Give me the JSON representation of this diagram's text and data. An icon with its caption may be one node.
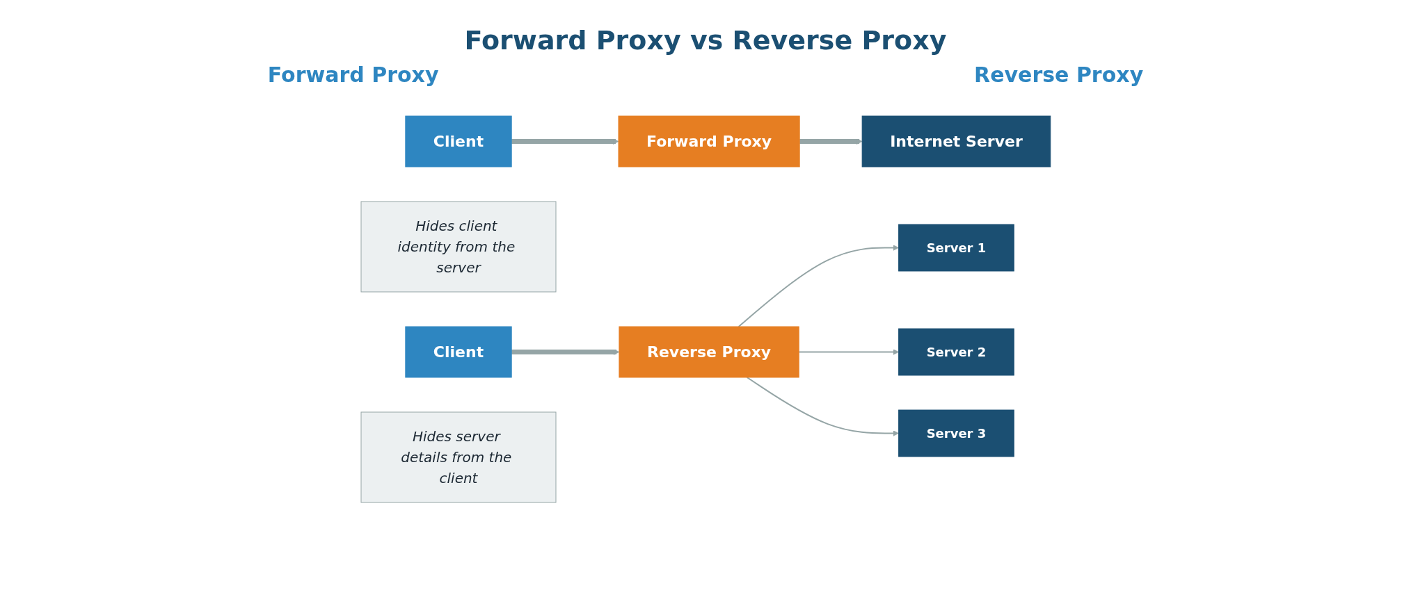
{
  "diagram": {
    "title": "Forward Proxy vs Reverse Proxy",
    "nodes": [
      {
        "text": [
          "Client"
        ]
      },
      {
        "text": [
          "Forward Proxy"
        ]
      },
      {
        "text": [
          "Internet Server"
        ]
      },
      {
        "text": [
          "Hides client identity from the server"
        ]
      },
      {
        "text": [
          "Client"
        ]
      },
      {
        "text": [
          "Reverse Proxy"
        ]
      },
      {
        "text": [
          "Server 1"
        ]
      },
      {
        "text": [
          "Server 2"
        ]
      },
      {
        "text": [
          "Server 3"
        ]
      },
      {
        "text": [
          "Hides server details from the client"
        ]
      }
    ],
    "edges": [
      {
        "from": 0,
        "to": 1,
        "arrow": "to",
        "style": "thick"
      },
      {
        "from": 1,
        "to": 2,
        "arrow": "to",
        "style": "thick"
      },
      {
        "from": 4,
        "to": 5,
        "arrow": "to",
        "style": "thick"
      },
      {
        "from": 5,
        "to": 6,
        "arrow": "to"
      },
      {
        "from": 5,
        "to": 7,
        "arrow": "to"
      },
      {
        "from": 5,
        "to": 8,
        "arrow": "to"
      }
    ],
    "labels": [
      "Forward Proxy",
      "Reverse Proxy"
    ]
  }
}
